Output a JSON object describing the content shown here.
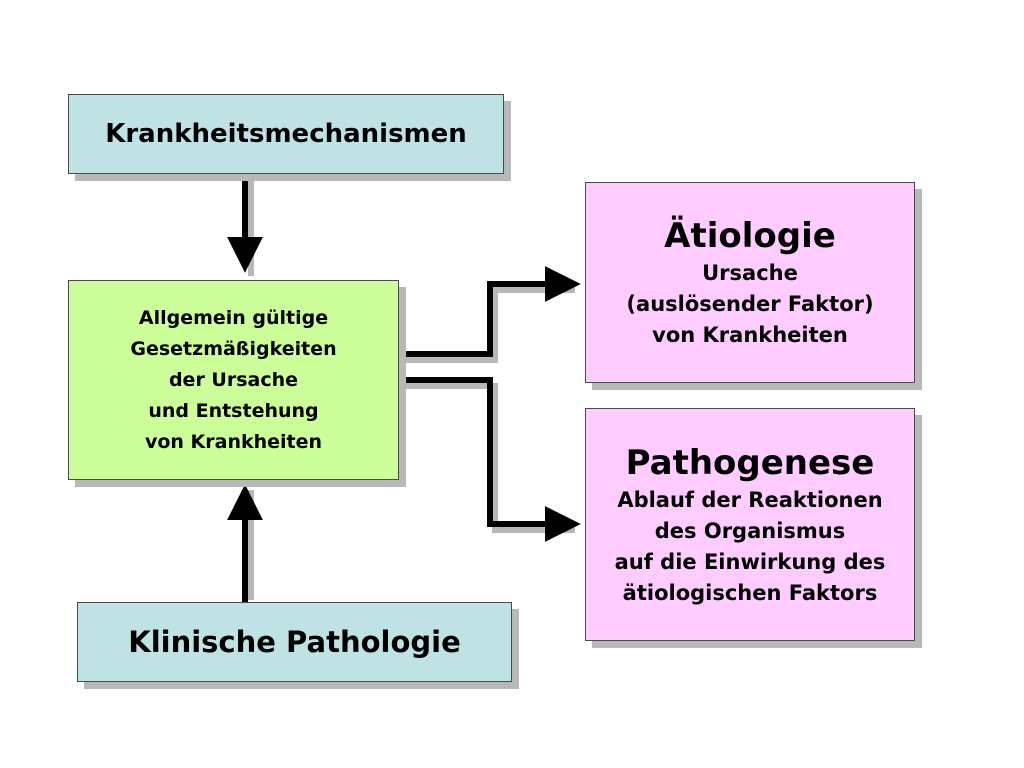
{
  "boxes": {
    "mechanisms": {
      "text": "Krankheitsmechanismen"
    },
    "general": {
      "lines": [
        "Allgemein gültige",
        "Gesetzmäßigkeiten",
        "der Ursache",
        "und Entstehung",
        "von Krankheiten"
      ]
    },
    "clinical": {
      "text": "Klinische Pathologie"
    },
    "etiology": {
      "title": "Ätiologie",
      "lines": [
        "Ursache",
        "(auslösender Faktor)",
        "von Krankheiten"
      ]
    },
    "pathogenesis": {
      "title": "Pathogenese",
      "lines": [
        "Ablauf der Reaktionen",
        "des Organismus",
        "auf die Einwirkung des",
        "ätiologischen Faktors"
      ]
    }
  },
  "colors": {
    "teal": "#bfe3e5",
    "green": "#ccff99",
    "pink": "#ffccff",
    "shadow": "#b8b8b8",
    "arrow": "#000000"
  }
}
